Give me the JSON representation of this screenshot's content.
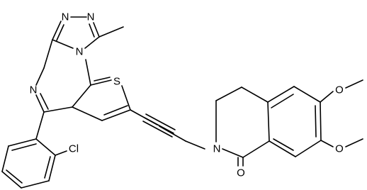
{
  "molecule": {
    "atoms": [
      {
        "id": "N_triazole_top_left",
        "label": "N"
      },
      {
        "id": "N_triazole_top_right",
        "label": "N"
      },
      {
        "id": "N_triazole_bridge",
        "label": "N"
      },
      {
        "id": "N_diazepine",
        "label": "N"
      },
      {
        "id": "S_thiophene",
        "label": "S"
      },
      {
        "id": "N_lactam",
        "label": "N"
      },
      {
        "id": "O_carbonyl",
        "label": "O"
      },
      {
        "id": "O_methoxy_upper",
        "label": "O"
      },
      {
        "id": "O_methoxy_lower",
        "label": "O"
      },
      {
        "id": "Cl_aryl",
        "label": "Cl"
      }
    ]
  }
}
